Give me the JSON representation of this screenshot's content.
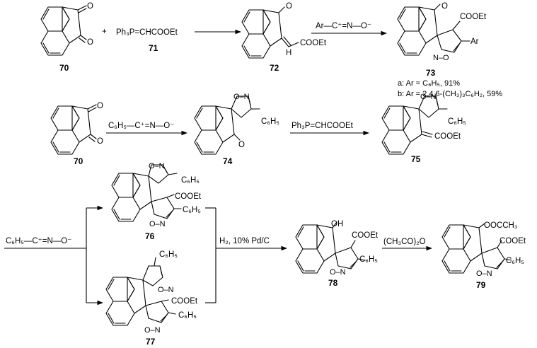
{
  "compounds": [
    {
      "id": "c70a",
      "label": "70"
    },
    {
      "id": "c71",
      "label": "71"
    },
    {
      "id": "c72",
      "label": "72"
    },
    {
      "id": "c73",
      "label": "73"
    },
    {
      "id": "c70b",
      "label": "70"
    },
    {
      "id": "c74",
      "label": "74"
    },
    {
      "id": "c75",
      "label": "75"
    },
    {
      "id": "c76",
      "label": "76"
    },
    {
      "id": "c77",
      "label": "77"
    },
    {
      "id": "c78",
      "label": "78"
    },
    {
      "id": "c79",
      "label": "79"
    }
  ],
  "reagents": {
    "ylide": "Ph₃P=CHCOOEt",
    "plus": "+",
    "aryl_nitrile_oxide": "Ar—C⁺=N—O⁻",
    "phenyl_nitrile_oxide": "C₆H₅—C⁺=N—O⁻",
    "hydrogenation": "H₂, 10% Pd/C",
    "acetic_anhydride": "(CH₃CO)₂O"
  },
  "notes": {
    "variant_a": "a: Ar = C₆H₅, 91%",
    "variant_b": "b: Ar = 2,4,6-(CH₃)₃C₆H₂, 59%"
  },
  "atom_labels": {
    "O": "O",
    "H": "H",
    "N": "N",
    "OH": "OH",
    "N_O": "N–O",
    "O_N": "O–N",
    "COOEt": "COOEt",
    "Ar": "Ar",
    "C6H5": "C₆H₅",
    "OOCCH3": "OOCCH₃"
  }
}
